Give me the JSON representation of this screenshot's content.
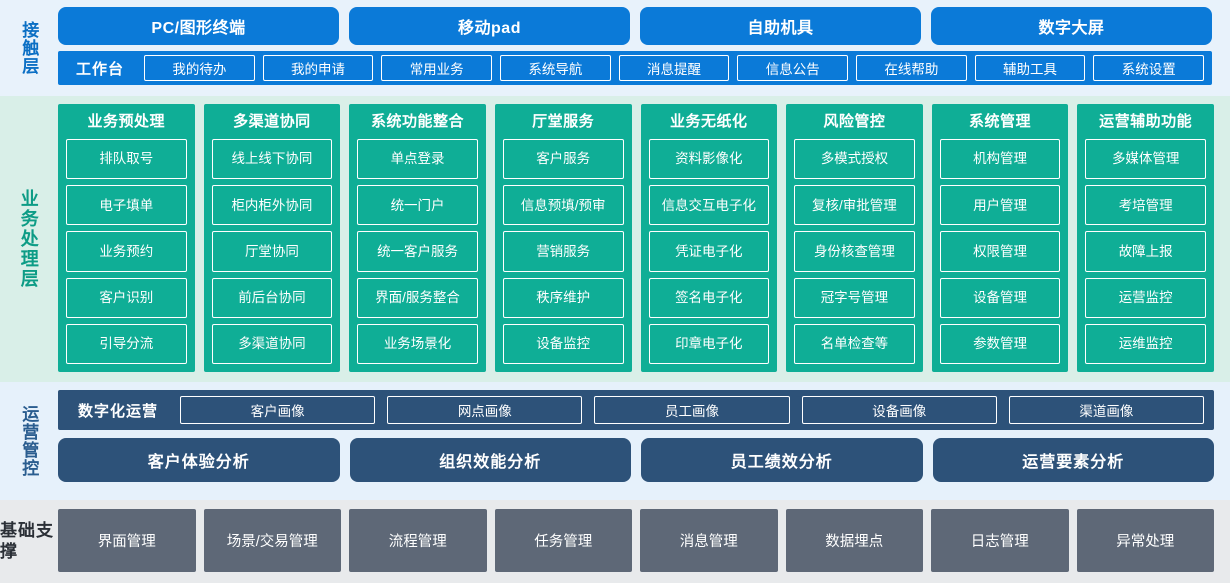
{
  "layers": [
    {
      "id": "contact",
      "label": "接触层",
      "channels": [
        "PC/图形终端",
        "移动pad",
        "自助机具",
        "数字大屏"
      ],
      "workbench_title": "工作台",
      "workbench_items": [
        "我的待办",
        "我的申请",
        "常用业务",
        "系统导航",
        "消息提醒",
        "信息公告",
        "在线帮助",
        "辅助工具",
        "系统设置"
      ]
    },
    {
      "id": "business",
      "label": "业务处理层",
      "columns": [
        {
          "title": "业务预处理",
          "items": [
            "排队取号",
            "电子填单",
            "业务预约",
            "客户识别",
            "引导分流"
          ]
        },
        {
          "title": "多渠道协同",
          "items": [
            "线上线下协同",
            "柜内柜外协同",
            "厅堂协同",
            "前后台协同",
            "多渠道协同"
          ]
        },
        {
          "title": "系统功能整合",
          "items": [
            "单点登录",
            "统一门户",
            "统一客户服务",
            "界面/服务整合",
            "业务场景化"
          ]
        },
        {
          "title": "厅堂服务",
          "items": [
            "客户服务",
            "信息预填/预审",
            "营销服务",
            "秩序维护",
            "设备监控"
          ]
        },
        {
          "title": "业务无纸化",
          "items": [
            "资料影像化",
            "信息交互电子化",
            "凭证电子化",
            "签名电子化",
            "印章电子化"
          ]
        },
        {
          "title": "风险管控",
          "items": [
            "多模式授权",
            "复核/审批管理",
            "身份核查管理",
            "冠字号管理",
            "名单检查等"
          ]
        },
        {
          "title": "系统管理",
          "items": [
            "机构管理",
            "用户管理",
            "权限管理",
            "设备管理",
            "参数管理"
          ]
        },
        {
          "title": "运营辅助功能",
          "items": [
            "多媒体管理",
            "考培管理",
            "故障上报",
            "运营监控",
            "运维监控"
          ]
        }
      ]
    },
    {
      "id": "ops",
      "label": "运营管控",
      "digital_ops_title": "数字化运营",
      "portraits": [
        "客户画像",
        "网点画像",
        "员工画像",
        "设备画像",
        "渠道画像"
      ],
      "analysis": [
        "客户体验分析",
        "组织效能分析",
        "员工绩效分析",
        "运营要素分析"
      ]
    },
    {
      "id": "base",
      "label": "基础支撑",
      "items": [
        "界面管理",
        "场景/交易管理",
        "流程管理",
        "任务管理",
        "消息管理",
        "数据埋点",
        "日志管理",
        "异常处理"
      ]
    }
  ],
  "colors": {
    "contact_bg": "#e8f2fb",
    "contact_accent": "#0b7ad8",
    "business_bg": "#d9efe8",
    "business_accent": "#0fae96",
    "ops_bg": "#e6f1fb",
    "ops_accent": "#2d5279",
    "base_bg": "#e8eaec",
    "base_accent": "#5e6877"
  }
}
